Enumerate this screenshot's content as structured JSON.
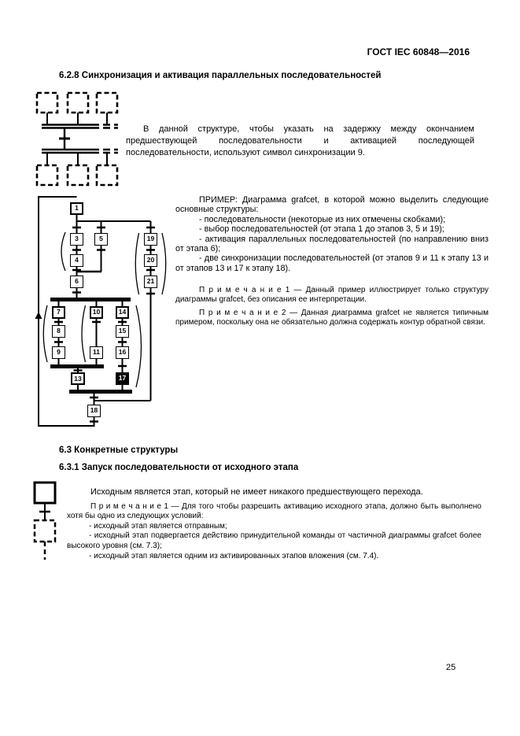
{
  "header": {
    "standard_number": "ГОСТ IEC 60848—2016",
    "page_number": "25"
  },
  "colors": {
    "ink": "#000000",
    "paper": "#ffffff"
  },
  "sections": {
    "s628": {
      "heading": "6.2.8 Синхронизация и активация параллельных последовательностей",
      "paragraph": "В данной структуре, чтобы указать на задержку между окончанием предшествующей последовательности и активацией последующей последовательности, используют символ синхронизации 9."
    },
    "example": {
      "intro": "ПРИМЕР: Диаграмма grafcet, в которой можно выделить следующие основные структуры:",
      "items": [
        "- последовательности (некоторые из них отмечены скобками);",
        "- выбор последовательностей (от этапа 1 до этапов 3, 5 и 19);",
        "- активация параллельных последовательностей (по направлению вниз от этапа 6);",
        "- две синхронизации последовательностей (от этапов 9 и 11 к этапу 13 и от этапов 13 и 17 к этапу 18)."
      ],
      "note1": "П р и м е ч а н и е  1 — Данный пример иллюстрирует только структуру диаграммы grafcet, без описания ее интерпретации.",
      "note2": "П р и м е ч а н и е  2 — Данная диаграмма grafcet не является типичным примером, поскольку она не обязательно должна содержать контур обратной связи."
    },
    "s63": {
      "heading": "6.3 Конкретные структуры"
    },
    "s631": {
      "heading": "6.3.1 Запуск последовательности от исходного этапа",
      "paragraph": "Исходным является этап, который не имеет никакого предшествующего перехода.",
      "note1_intro": "П р и м е ч а н и е  1 — Для того чтобы разрешить активацию исходного этапа, должно быть выполнено хотя бы одно из следующих условий:",
      "conditions": [
        "- исходный этап является отправным;",
        "- исходный этап подвергается действию принудительной команды от частичной диаграммы grafcet более высокого уровня (см. 7.3);",
        "- исходный этап является одним из активированных этапов вложения (см. 7.4)."
      ]
    }
  },
  "diagram": {
    "steps": {
      "s1": "1",
      "s3": "3",
      "s5": "5",
      "s19": "19",
      "s4": "4",
      "s20": "20",
      "s6": "6",
      "s21": "21",
      "s7": "7",
      "s10": "10",
      "s14": "14",
      "s8": "8",
      "s15": "15",
      "s9": "9",
      "s11": "11",
      "s16": "16",
      "s13": "13",
      "s17": "17",
      "s18": "18"
    }
  }
}
